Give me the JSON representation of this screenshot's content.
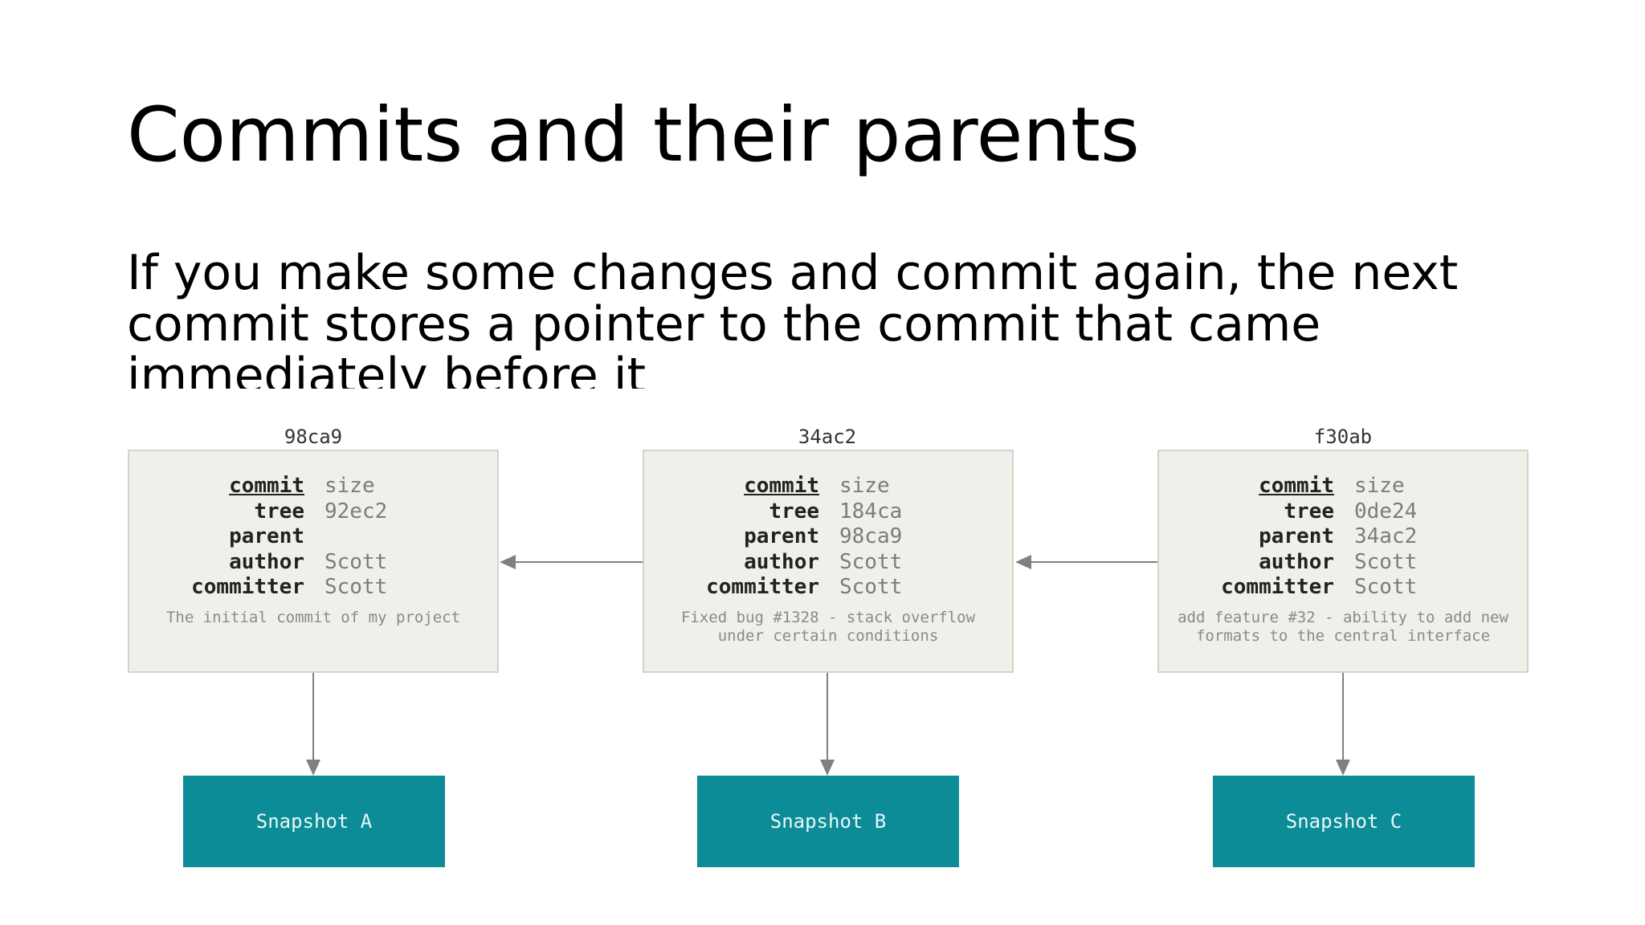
{
  "title": "Commits and their parents",
  "body_lines": [
    "If you make some changes and commit again, the next",
    "commit stores a pointer to the commit that came",
    "immediately before it"
  ],
  "diagram": {
    "commits": [
      {
        "hash": "98ca9",
        "fields": [
          {
            "key": "commit",
            "value": "size"
          },
          {
            "key": "tree",
            "value": "92ec2"
          },
          {
            "key": "parent",
            "value": ""
          },
          {
            "key": "author",
            "value": "Scott"
          },
          {
            "key": "committer",
            "value": "Scott"
          }
        ],
        "message": [
          "The initial commit of my project"
        ],
        "snapshot": "Snapshot A"
      },
      {
        "hash": "34ac2",
        "fields": [
          {
            "key": "commit",
            "value": "size"
          },
          {
            "key": "tree",
            "value": "184ca"
          },
          {
            "key": "parent",
            "value": "98ca9"
          },
          {
            "key": "author",
            "value": "Scott"
          },
          {
            "key": "committer",
            "value": "Scott"
          }
        ],
        "message": [
          "Fixed bug #1328 - stack overflow",
          "under certain conditions"
        ],
        "snapshot": "Snapshot B"
      },
      {
        "hash": "f30ab",
        "fields": [
          {
            "key": "commit",
            "value": "size"
          },
          {
            "key": "tree",
            "value": "0de24"
          },
          {
            "key": "parent",
            "value": "34ac2"
          },
          {
            "key": "author",
            "value": "Scott"
          },
          {
            "key": "committer",
            "value": "Scott"
          }
        ],
        "message": [
          "add feature #32 - ability to add new",
          "formats to the central interface"
        ],
        "snapshot": "Snapshot C"
      }
    ],
    "colors": {
      "box_fill": "#f0efea",
      "box_border": "#d3d2cc",
      "snapshot_fill": "#0b8c96",
      "arrow": "#808080"
    }
  }
}
